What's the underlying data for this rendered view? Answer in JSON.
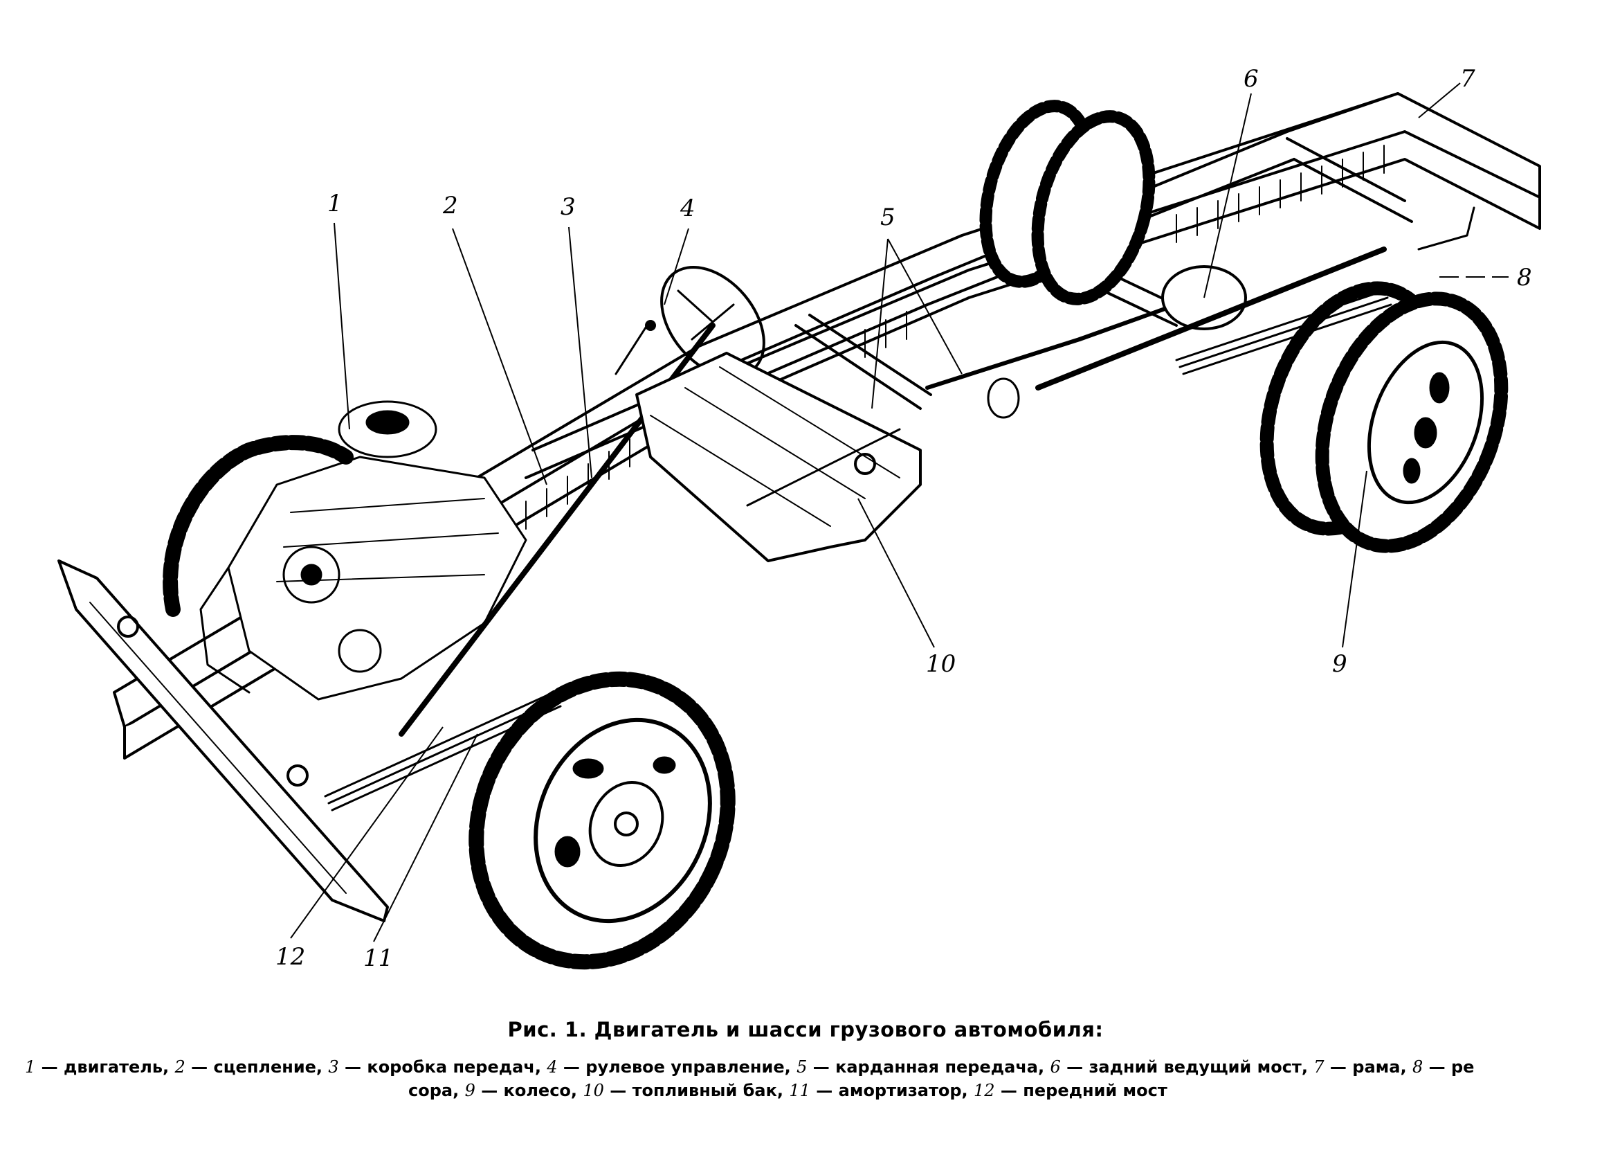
{
  "figure": {
    "callouts": [
      {
        "num": "1",
        "label": "двигатель"
      },
      {
        "num": "2",
        "label": "сцепление"
      },
      {
        "num": "3",
        "label": "коробка передач"
      },
      {
        "num": "4",
        "label": "рулевое управление"
      },
      {
        "num": "5",
        "label": "карданная передача"
      },
      {
        "num": "6",
        "label": "задний ведущий мост"
      },
      {
        "num": "7",
        "label": "рама"
      },
      {
        "num": "8",
        "label": "рессора"
      },
      {
        "num": "9",
        "label": "колесо"
      },
      {
        "num": "10",
        "label": "топливный бак"
      },
      {
        "num": "11",
        "label": "амортизатор"
      },
      {
        "num": "12",
        "label": "передний мост"
      }
    ]
  },
  "caption": {
    "title": "Рис. 1. Двигатель и шасси грузового автомобиля:",
    "line1": [
      {
        "num": "1",
        "text": " — двигатель, "
      },
      {
        "num": "2",
        "text": " — сцепление, "
      },
      {
        "num": "3",
        "text": " — коробка передач, "
      },
      {
        "num": "4",
        "text": " — рулевое управление, "
      },
      {
        "num": "5",
        "text": " — карданная передача, "
      },
      {
        "num": "6",
        "text": " — задний ведущий мост, "
      },
      {
        "num": "7",
        "text": " — рама, "
      },
      {
        "num": "8",
        "text": " — ре"
      }
    ],
    "line2_lead": "сора, ",
    "line2": [
      {
        "num": "9",
        "text": " — колесо, "
      },
      {
        "num": "10",
        "text": " — топливный бак, "
      },
      {
        "num": "11",
        "text": " — амортизатор, "
      },
      {
        "num": "12",
        "text": " — передний мост"
      }
    ]
  }
}
